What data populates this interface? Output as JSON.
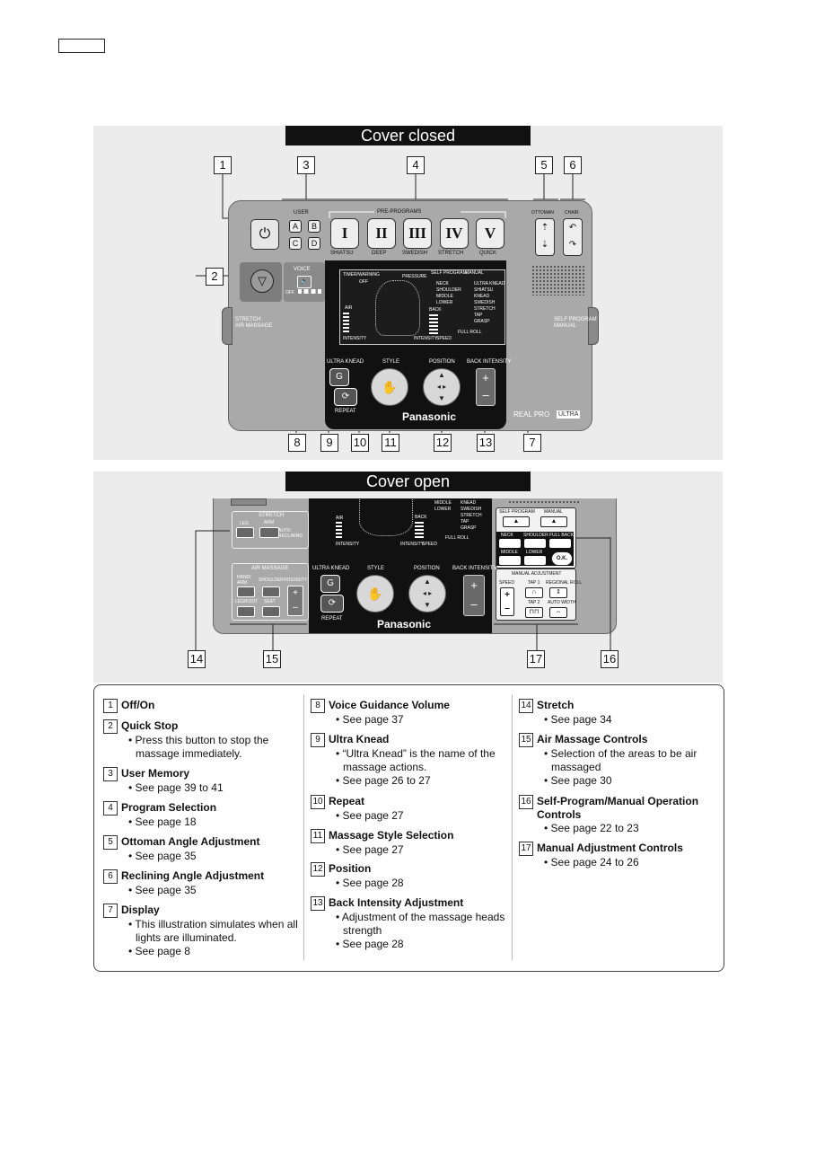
{
  "banners": {
    "closed": "Cover closed",
    "open": "Cover open"
  },
  "callouts_top": [
    "1",
    "3",
    "4",
    "5",
    "6"
  ],
  "callouts_bottom": [
    "8",
    "9",
    "10",
    "11",
    "12",
    "13",
    "7"
  ],
  "callout_2": "2",
  "callouts_open": [
    "14",
    "15",
    "17",
    "16"
  ],
  "panel_closed": {
    "user": "USER",
    "pre_programs": "PRE-PROGRAMS",
    "ottoman": "OTTOMAN",
    "chair": "CHAIR",
    "user_buttons": [
      "A",
      "B",
      "C",
      "D"
    ],
    "programs": [
      {
        "numeral": "I",
        "label": "SHIATSU"
      },
      {
        "numeral": "II",
        "label": "DEEP"
      },
      {
        "numeral": "III",
        "label": "SWEDISH"
      },
      {
        "numeral": "IV",
        "label": "STRETCH"
      },
      {
        "numeral": "V",
        "label": "QUICK"
      }
    ],
    "voice": "VOICE",
    "voice_off": "OFF",
    "left_side_1": "STRETCH",
    "left_side_2": "AIR MASSAGE",
    "right_side_1": "SELF PROGRAM",
    "right_side_2": "MANUAL",
    "display": {
      "timer": "TIMER/WARNING",
      "pressure": "PRESSURE",
      "self_program": "SELF PROGRAM",
      "manual": "MANUAL",
      "off": "OFF",
      "areas": [
        "NECK",
        "SHOULDER",
        "MIDDLE",
        "LOWER"
      ],
      "styles": [
        "ULTRA KNEAD",
        "SHIATSU",
        "KNEAD",
        "SWEDISH",
        "STRETCH",
        "TAP",
        "GRASP"
      ],
      "air": "AIR",
      "back": "BACK",
      "intensity": "INTENSITY",
      "intensity2": "INTENSITY",
      "speed": "SPEED",
      "full_roll": "FULL ROLL"
    },
    "ultra_knead": "ULTRA KNEAD",
    "repeat": "REPEAT",
    "style": "STYLE",
    "position": "POSITION",
    "back_intensity": "BACK INTENSITY",
    "brand": "Panasonic",
    "model": "REAL PRO",
    "model_badge": "ULTRA"
  },
  "panel_open": {
    "stretch": "STRETCH",
    "leg": "LEG",
    "arm": "ARM",
    "auto_reclining": "AUTO RECLINING",
    "air_massage": "AIR MASSAGE",
    "hand_arm": "HAND/ ARM",
    "shoulder": "SHOULDER",
    "intensity": "INTENSITY",
    "leg_foot": "LEG/FOOT",
    "seat": "SEAT",
    "ultra_knead": "ULTRA KNEAD",
    "repeat": "REPEAT",
    "style": "STYLE",
    "position": "POSITION",
    "back_intensity": "BACK INTENSITY",
    "brand": "Panasonic",
    "disp_air": "AIR",
    "disp_back": "BACK",
    "disp_intensity": "INTENSITY",
    "disp_intensity2": "INTENSITY",
    "disp_speed": "SPEED",
    "disp_full_roll": "FULL ROLL",
    "disp_areas": [
      "MIDDLE",
      "LOWER"
    ],
    "disp_styles": [
      "KNEAD",
      "SWEDISH",
      "STRETCH",
      "TAP",
      "GRASP"
    ],
    "self_program": "SELF PROGRAM",
    "manual": "MANUAL",
    "neck": "NECK",
    "shoulder2": "SHOULDER",
    "full_back": "FULL BACK",
    "middle": "MIDDLE",
    "lower": "LOWER",
    "ok": "O.K.",
    "manual_adjustment": "MANUAL ADJUSTMENT",
    "speed": "SPEED",
    "tap1": "TAP 1",
    "regional_roll": "REGIONAL ROLL",
    "tap2": "TAP 2",
    "auto_width": "AUTO WIDTH"
  },
  "legend": {
    "col1": [
      {
        "num": "1",
        "title": "Off/On",
        "lines": []
      },
      {
        "num": "2",
        "title": "Quick Stop",
        "lines": [
          "Press this button to stop the massage immediately."
        ]
      },
      {
        "num": "3",
        "title": "User Memory",
        "lines": [
          "See page 39 to 41"
        ]
      },
      {
        "num": "4",
        "title": "Program Selection",
        "lines": [
          "See page 18"
        ]
      },
      {
        "num": "5",
        "title": "Ottoman Angle Adjustment",
        "lines": [
          "See page 35"
        ]
      },
      {
        "num": "6",
        "title": "Reclining Angle Adjustment",
        "lines": [
          "See page 35"
        ]
      },
      {
        "num": "7",
        "title": "Display",
        "lines": [
          "This illustration simulates when all lights are illuminated.",
          "See page 8"
        ]
      }
    ],
    "col2": [
      {
        "num": "8",
        "title": "Voice Guidance Volume",
        "lines": [
          "See page 37"
        ]
      },
      {
        "num": "9",
        "title": "Ultra Knead",
        "lines": [
          "“Ultra Knead” is the name of the massage actions.",
          "See page 26 to 27"
        ]
      },
      {
        "num": "10",
        "title": "Repeat",
        "lines": [
          "See page 27"
        ]
      },
      {
        "num": "11",
        "title": "Massage Style Selection",
        "lines": [
          "See page 27"
        ]
      },
      {
        "num": "12",
        "title": "Position",
        "lines": [
          "See page 28"
        ]
      },
      {
        "num": "13",
        "title": "Back Intensity Adjustment",
        "lines": [
          "Adjustment of the massage heads strength",
          "See page 28"
        ]
      }
    ],
    "col3": [
      {
        "num": "14",
        "title": "Stretch",
        "lines": [
          "See page 34"
        ]
      },
      {
        "num": "15",
        "title": "Air Massage Controls",
        "lines": [
          "Selection of the areas to be air massaged",
          "See page 30"
        ]
      },
      {
        "num": "16",
        "title": "Self-Program/Manual Operation Controls",
        "lines": [
          "See page 22 to 23"
        ]
      },
      {
        "num": "17",
        "title": "Manual Adjustment Controls",
        "lines": [
          "See page 24 to 26"
        ]
      }
    ]
  }
}
